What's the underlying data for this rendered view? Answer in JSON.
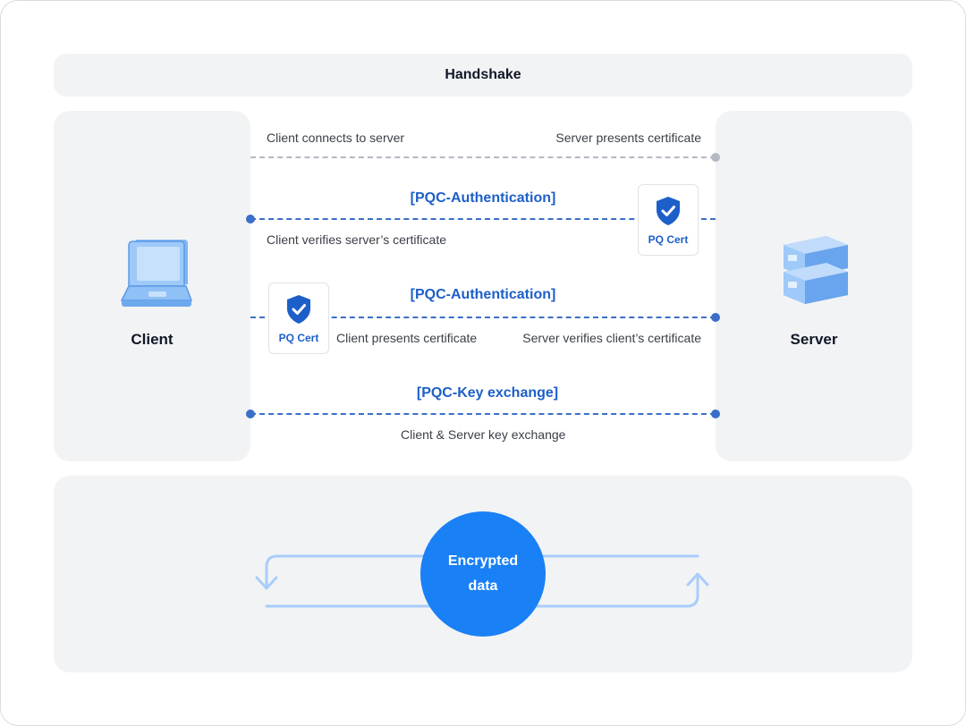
{
  "header": {
    "title": "Handshake"
  },
  "client": {
    "label": "Client",
    "icon": "laptop-icon"
  },
  "server": {
    "label": "Server",
    "icon": "server-icon"
  },
  "steps": {
    "connect": {
      "left_text": "Client connects to server",
      "right_text": "Server presents certificate"
    },
    "server_auth": {
      "title": "[PQC-Authentication]",
      "caption": "Client verifies server’s certificate",
      "cert_label": "PQ Cert"
    },
    "client_auth": {
      "title": "[PQC-Authentication]",
      "left_text": "Client presents certificate",
      "right_text": "Server verifies client’s certificate",
      "cert_label": "PQ Cert"
    },
    "key_exchange": {
      "title": "[PQC-Key exchange]",
      "caption": "Client & Server key exchange"
    }
  },
  "data_flow": {
    "label_line1": "Encrypted",
    "label_line2": "data"
  },
  "colors": {
    "accent_blue": "#1d5fc9",
    "circle_blue": "#1a80f6",
    "flow_line": "#a9cdfb",
    "panel_bg": "#f2f3f5"
  }
}
